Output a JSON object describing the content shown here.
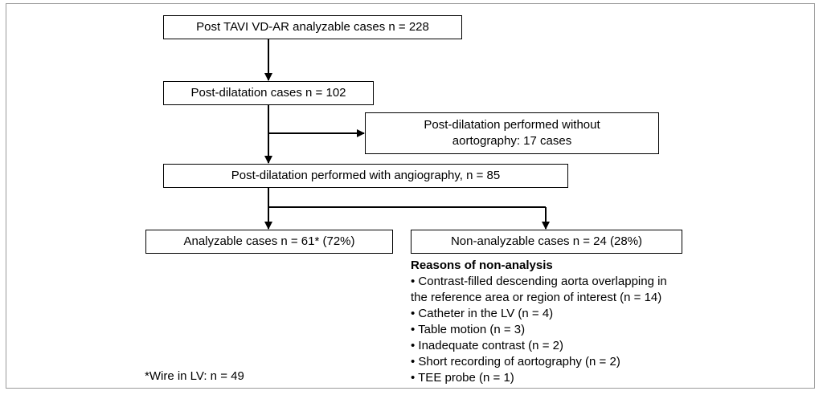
{
  "boxes": {
    "total": "Post TAVI VD-AR analyzable cases n = 228",
    "postdilatation": "Post-dilatation cases n = 102",
    "without_aortography": [
      "Post-dilatation performed without",
      "aortography: 17 cases"
    ],
    "with_angiography": "Post-dilatation performed with angiography, n = 85",
    "analyzable": "Analyzable cases n = 61* (72%)",
    "non_analyzable": "Non-analyzable cases n = 24 (28%)"
  },
  "reasons": {
    "title": "Reasons of non-analysis",
    "items": [
      "• Contrast-filled descending aorta overlapping in",
      "the reference area or region of interest (n = 14)",
      "• Catheter in the LV (n = 4)",
      "• Table motion (n = 3)",
      "• Inadequate contrast (n = 2)",
      "• Short recording of aortography (n = 2)",
      "• TEE probe (n = 1)"
    ]
  },
  "footnote": "*Wire in LV: n = 49"
}
